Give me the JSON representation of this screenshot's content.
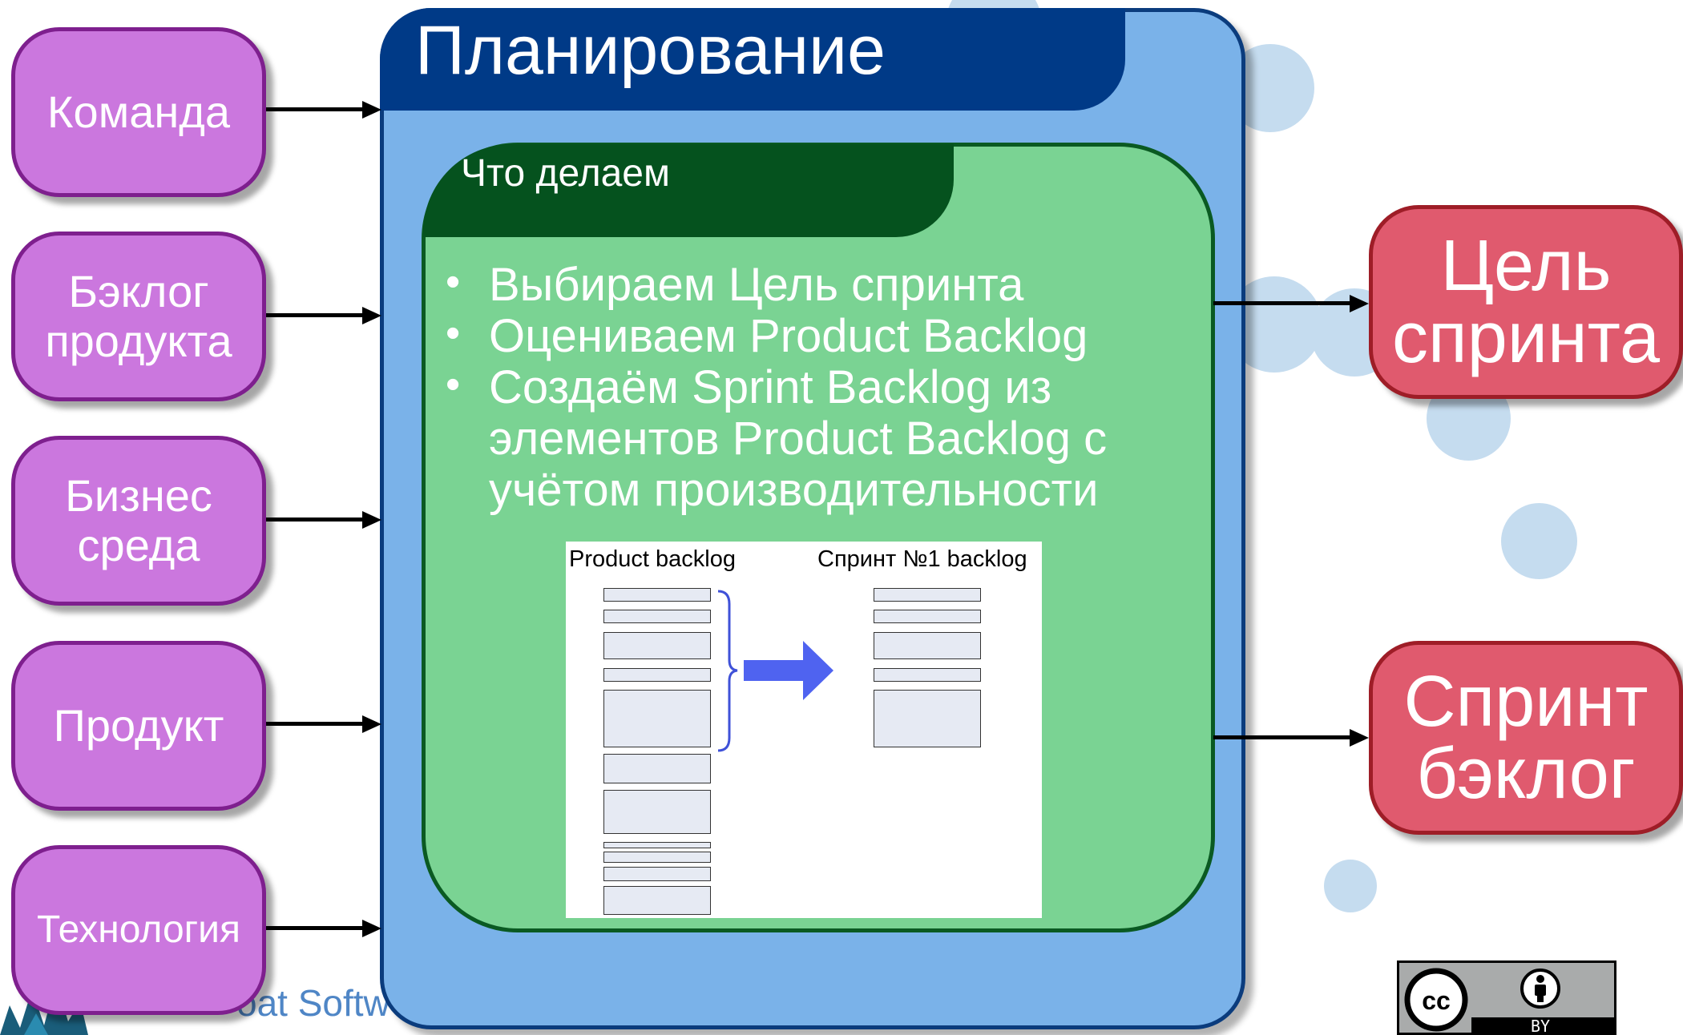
{
  "panel_title": "Планирование",
  "inner_title": "Что делаем",
  "bullets": [
    "Выбираем Цель спринта",
    "Оцениваем Product Backlog",
    "Создаём Sprint Backlog из элементов Product Backlog с учётом производительности"
  ],
  "inputs": {
    "team": "Команда",
    "backlog_line1": "Бэклог",
    "backlog_line2": "продукта",
    "business_line1": "Бизнес",
    "business_line2": "среда",
    "product": "Продукт",
    "technology": "Технология"
  },
  "outputs": {
    "goal_line1": "Цель",
    "goal_line2": "спринта",
    "backlog_line1": "Спринт",
    "backlog_line2": "бэклог"
  },
  "inset": {
    "left_label": "Product backlog",
    "right_label": "Спринт №1 backlog"
  },
  "footer": "oat Softw",
  "license": {
    "cc": "cc",
    "by": "BY"
  },
  "colors": {
    "input_fill": "#cb77de",
    "input_border": "#7e1f8e",
    "output_fill": "#e05a6e",
    "outer_fill": "#7ab2e9",
    "title_bar": "#003a87",
    "inner_fill": "#7ad393",
    "inner_tab": "#05521e",
    "move_arrow": "#4f63f0"
  }
}
